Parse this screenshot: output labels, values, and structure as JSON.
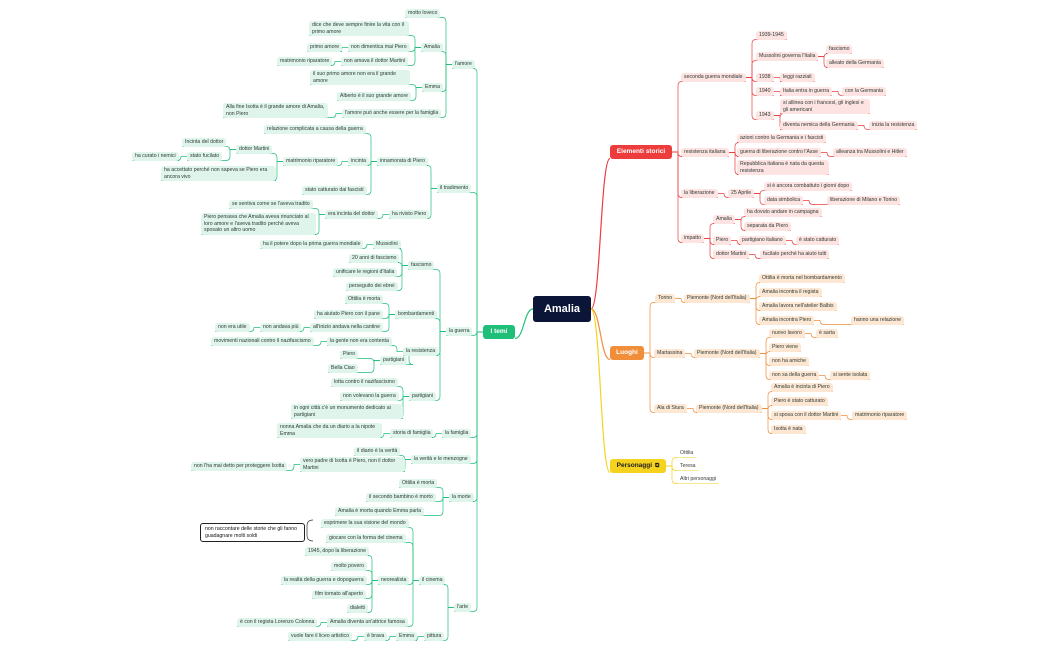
{
  "root": "Amalia",
  "branches": {
    "temi": "I temi",
    "storici": "Elementi storici",
    "luoghi": "Luoghi",
    "personaggi": "Personaggi"
  },
  "icons": {
    "personaggi": "link-icon"
  },
  "colors": {
    "temi": "#1fbf7a",
    "storici": "#ec3c3c",
    "luoghi": "#f08e3a",
    "personaggi": "#f5d21e",
    "root": "#0b1538"
  },
  "n": {
    "amore": "l'amore",
    "motto": "motto loveco",
    "a_amalia": "Amalia",
    "a_dice": "dice che deve sempre finire la vita con il primo amore",
    "a_primo": "primo amore",
    "a_nondim": "non dimentica mai Piero",
    "a_matrim": "matrimonio riparatore",
    "a_nonama": "non amava il dottor Martini",
    "a_emma": "Emma",
    "a_suoprimo": "il suo primo amore non era il grande amore",
    "a_alberto": "Alberto è il suo grande amore",
    "a_puo": "l'amore può anche essere per la famiglia",
    "a_allafine": "Alla fine Isotta è il grande amore di Amalia, non Piero",
    "tradimento": "il tradimento",
    "t_innam": "innamorata di Piero",
    "t_relaz": "relazione complicata a causa della guerra",
    "t_incinta": "incinta",
    "t_matrim": "matrimonio riparatore",
    "t_dottor": "dottor Martini",
    "t_incdott": "Incinta del dottor",
    "t_statofuc": "stato fucilato",
    "t_hacurato": "ha curato i nemici",
    "t_accettato": "ha accettato perché non sapeva se Piero era ancora vivo",
    "t_catturato": "stato catturato dai fascisti",
    "t_rivisto": "ha rivisto Piero",
    "t_incdott2": "era incinta del dottor",
    "t_sentiva": "se sentiva come se l'aveva tradito",
    "t_pensava": "Piero pensava che Amalia aveva rinunciato al loro amore e l'aveva tradito perché aveva sposato un altro uomo",
    "guerra": "la guerra",
    "fascismo": "fascismo",
    "g_muss": "Mussolini",
    "g_potere": "ha il potere dopo la prima guerra mondiale",
    "g_20anni": "20 anni di fascismo",
    "g_unif": "unificare le regioni d'Italia",
    "g_perseg": "perseguito dei ebrei",
    "bombard": "bombardamenti",
    "b_ottilia": "Ottilia è morta",
    "b_aiutato": "ha aiutato Piero con il pane",
    "b_allinizio": "all'inizio andava nella cantine",
    "b_nonandava": "non andava più",
    "b_nonera": "non era utile",
    "resist": "la resistenza",
    "r_gente": "la gente non era contenta",
    "r_movimenti": "movimenti nazionali contro il nazifascismo",
    "r_partigiani": "partigiani",
    "r_piero": "Piero",
    "r_bella": "Bella Ciao",
    "partigiani": "partigiani",
    "p_lotta": "lotta contro il nazifascismo",
    "p_nonvol": "non volevano la guerra",
    "p_ogni": "in ogni città c'è un monumento dedicato ai partigiani",
    "famiglia": "la famiglia",
    "f_storia": "storia di famiglia",
    "f_nonna": "nonna Amalia che da un diario a la nipote Emma",
    "verita": "la verità e le menzogne",
    "v_diario": "il diario è la verità",
    "v_vero": "vero padre di Isotta è Piero, non il dottor Martini",
    "v_nonlha": "non l'ha mai detto per proteggere Isotta",
    "morte": "la morte",
    "m_ottilia": "Ottilia è morta",
    "m_secondo": "il secondo bambino è morto",
    "m_amalia": "Amalia è morta quando Emma parla",
    "arte": "l'arte",
    "cinema": "il cinema",
    "c_esprimere": "esprimere la sua visione del mondo",
    "c_giocare": "giocare con la forma del cinema",
    "neoreal": "neorealista",
    "c_1945": "1945, dopo la liberazione",
    "c_molto": "molto povero",
    "c_realta": "la realtà della guerra e dopoguerra",
    "c_film": "film tornato all'aperto",
    "c_dialetti": "dialetti",
    "c_amalia": "Amalia diventa un'attrice famosa",
    "c_regista": "è con il regista Lorenzo Colonna",
    "pittura": "pittura",
    "c_emma": "Emma",
    "c_brava": "è brava",
    "c_liceo": "vuole fare il liceo artistico",
    "callout": "non raccontare delle storie che gli fanno guadagnare molti soldi",
    "sgm": "seconda guerra mondiale",
    "s_3945": "1939-1945",
    "s_muss": "Mussolini governa l'Italia",
    "s_fascismo": "fascismo",
    "s_alleato": "alleato della Germania",
    "s_1938": "1938",
    "s_leggi": "leggi razziali",
    "s_1940": "1940",
    "s_entra": "Italia entra in guerra",
    "s_con": "con la Germania",
    "s_1943": "1943",
    "s_allinea": "si allinea con i francesi, gli inglesi e gli americani",
    "s_nemica": "diventa nemica della Germania",
    "s_inizia": "inizia la resistenza",
    "resita": "resistenza italiana",
    "s_azioni": "azioni contro la Germania e i fascisti",
    "s_guerralib": "guerra di liberazione contro l'Asse",
    "s_alleanza": "alleanza tra Mussolini e Hitler",
    "s_repubblica": "Repubblica italiana è nata da questa resistenza",
    "liberazione": "la liberazione",
    "s_25": "25 Aprile",
    "s_ancora": "si è ancora combattuto i giorni dopo",
    "s_data": "data simbolica",
    "s_libmil": "liberazione di Milano e Torino",
    "impatto": "impatto",
    "s_amalia": "Amalia",
    "s_dovuto": "ha dovuto andare in campagna",
    "s_separata": "separata da Piero",
    "s_piero": "Piero",
    "s_partit": "partigiano italiano",
    "s_stato": "è stato catturato",
    "s_dottor": "dottor Martini",
    "s_fucilato": "fucilato perché ha aiuto tutti",
    "torino": "Torino",
    "l_piemonte1": "Piemonte (Nord dell'Italia)",
    "l_ottilia": "Ottilia è morta nel bombardamento",
    "l_incontra": "Amalia incontra il regista",
    "l_lavora": "Amalia lavora nell'atelier Balbis",
    "l_incpiero": "Amalia incontra Piero",
    "l_hanno": "hanno una relazione",
    "martassina": "Martassina",
    "l_piemonte2": "Piemonte (Nord dell'Italia)",
    "l_nuovo": "nuovo lavoro",
    "l_sarta": "è sarta",
    "l_viene": "Piero viene",
    "l_amiche": "non ha amiche",
    "l_sadella": "non sa della guerra",
    "l_isolata": "si sente isolata",
    "ala": "Ala di Stura",
    "l_piemonte3": "Piemonte (Nord dell'Italia)",
    "l_incinta": "Amalia è incinta di Piero",
    "l_catt": "Piero è stato catturato",
    "l_sposa": "si sposa con il dottor Martini",
    "l_matrim": "matrimonio riparatore",
    "l_isotta": "Isotta è nata",
    "p_ottilia": "Ottilia",
    "p_teresa": "Teresa",
    "p_altri": "Altri personaggi"
  }
}
